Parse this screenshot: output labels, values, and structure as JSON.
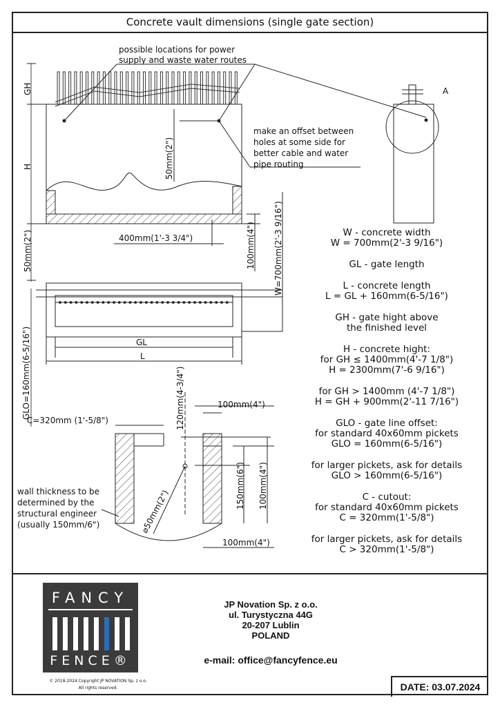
{
  "title": "Concrete vault dimensions (single gate section)",
  "labels": {
    "power_note_1": "possible locations for power",
    "power_note_2": "supply and waste water routes",
    "offset_note_1": "make an offset between",
    "offset_note_2": "holes at some side for",
    "offset_note_3": "better cable and water",
    "offset_note_4": "pipe routing",
    "detail_a": "A",
    "gh": "GH",
    "h": "H",
    "fifty_mm_2": "50mm(2\")",
    "fifty_mm_2_left": "50mm(2\")",
    "four_hundred": "400mm(1'-3 3/4\")",
    "hundred_4_v": "100mm(4\")",
    "w_700": "W=700mm(2'-3 9/16\")",
    "glo_160": "GLO=160mm(6-5/16\")",
    "gl": "GL",
    "l": "L",
    "c_320": "C=320mm (1'-5/8\")",
    "one_twenty": "120mm(4-3/4\")",
    "hundred_top": "100mm(4\")",
    "hundred_bottom": "100mm(4\")",
    "one_fifty": "150mm(6\")",
    "hundred_right": "100mm(4\")",
    "diam_50": "⌀50mm(2\")",
    "wall_1": "wall thickness to be",
    "wall_2": "determined by the",
    "wall_3": "structural engineer",
    "wall_4": "(usually 150mm/6\")"
  },
  "notes": [
    {
      "lines": [
        "W - concrete width",
        "W = 700mm(2'-3 9/16\")"
      ]
    },
    {
      "lines": [
        "GL - gate length"
      ]
    },
    {
      "lines": [
        "L - concrete length",
        "L = GL + 160mm(6-5/16\")"
      ]
    },
    {
      "lines": [
        "GH - gate hight above",
        "the finished level"
      ]
    },
    {
      "lines": [
        "H - concrete hight:",
        "for GH ≤ 1400mm(4'-7 1/8\")",
        "H = 2300mm(7'-6 9/16\")"
      ]
    },
    {
      "lines": [
        "for GH > 1400mm (4'-7 1/8\")",
        "H = GH + 900mm(2'-11 7/16\")"
      ]
    },
    {
      "lines": [
        "GLO - gate line offset:",
        "for standard 40x60mm pickets",
        "GLO = 160mm(6-5/16\")"
      ]
    },
    {
      "lines": [
        "for larger pickets, ask for details",
        "GLO > 160mm(6-5/16\")"
      ]
    },
    {
      "lines": [
        "C - cutout:",
        "for standard 40x60mm pickets",
        "C = 320mm(1'-5/8\")"
      ]
    },
    {
      "lines": [
        "for larger pickets, ask for details",
        "C > 320mm(1'-5/8\")"
      ]
    }
  ],
  "footer": {
    "logo_line1": "FANCY",
    "logo_line2": "FENCE®",
    "copyright_1": "© 2018-2024 Copyright JP NOVATION Sp. z o.o.",
    "copyright_2": "All rights reserved.",
    "company": "JP Novation Sp. z o.o.",
    "street": "ul. Turystyczna 44G",
    "city": "20-207 Lublin",
    "country": "POLAND",
    "email": "e-mail: office@fancyfence.eu",
    "date": "DATE: 03.07.2024"
  }
}
